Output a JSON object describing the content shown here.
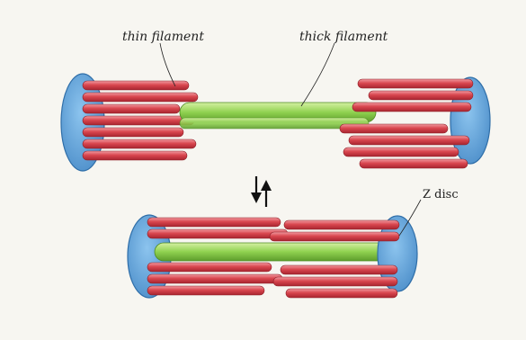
{
  "labels": {
    "thin_filament": "thin filament",
    "thick_filament": "thick filament",
    "z_disc": "Z disc"
  },
  "colors": {
    "background": "#f7f6f1",
    "thin_filament": "#d9464f",
    "thin_filament_shade": "#a8252f",
    "thin_filament_light": "#f19aa0",
    "thick_filament": "#8fd14f",
    "thick_filament_shade": "#5e9d2c",
    "z_disc": "#5a9fd6",
    "z_disc_edge": "#2f6ea8",
    "arrow": "#111111"
  },
  "icons": {
    "contraction": "double-arrow-icon"
  }
}
